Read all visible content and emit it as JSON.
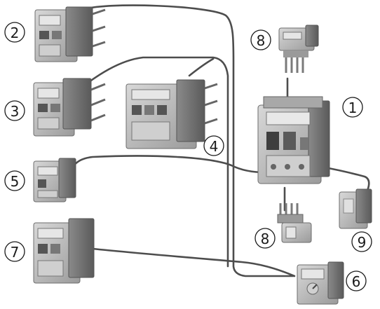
{
  "callouts": {
    "c1": "1",
    "c2": "2",
    "c3": "3",
    "c4": "4",
    "c5": "5",
    "c6": "6",
    "c7": "7",
    "c8_top": "8",
    "c8_bottom": "8",
    "c9": "9"
  },
  "colors": {
    "wire": "#4d4d4d",
    "device_body": "#bdbdbd",
    "device_dark": "#6e6e6e",
    "device_light": "#e3e3e3"
  }
}
